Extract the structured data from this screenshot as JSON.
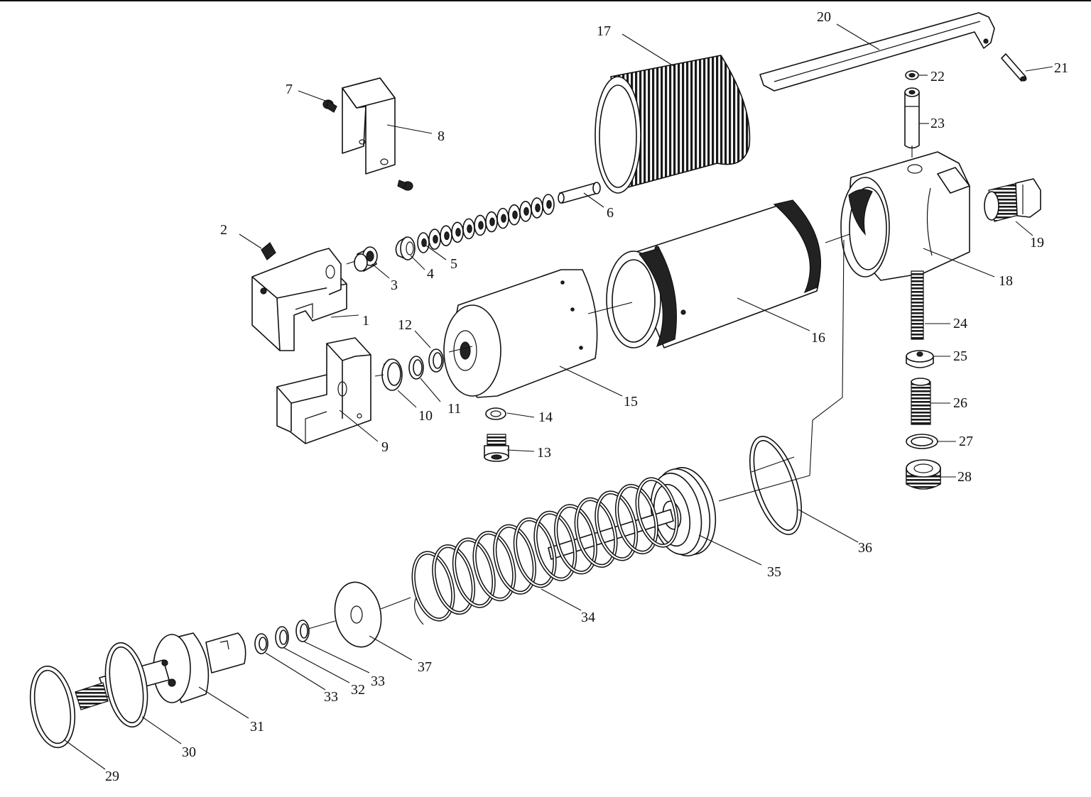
{
  "labels": {
    "p1": "1",
    "p2": "2",
    "p3": "3",
    "p4": "4",
    "p5": "5",
    "p6": "6",
    "p7": "7",
    "p8": "8",
    "p9": "9",
    "p10": "10",
    "p11": "11",
    "p12": "12",
    "p13": "13",
    "p14": "14",
    "p15": "15",
    "p16": "16",
    "p17": "17",
    "p18": "18",
    "p19": "19",
    "p20": "20",
    "p21": "21",
    "p22": "22",
    "p23": "23",
    "p24": "24",
    "p25": "25",
    "p26": "26",
    "p27": "27",
    "p28": "28",
    "p29": "29",
    "p30": "30",
    "p31": "31",
    "p32": "32",
    "p33a": "33",
    "p33b": "33",
    "p34": "34",
    "p35": "35",
    "p36": "36",
    "p37": "37"
  },
  "colors": {
    "line": "#111111",
    "background": "#ffffff"
  }
}
